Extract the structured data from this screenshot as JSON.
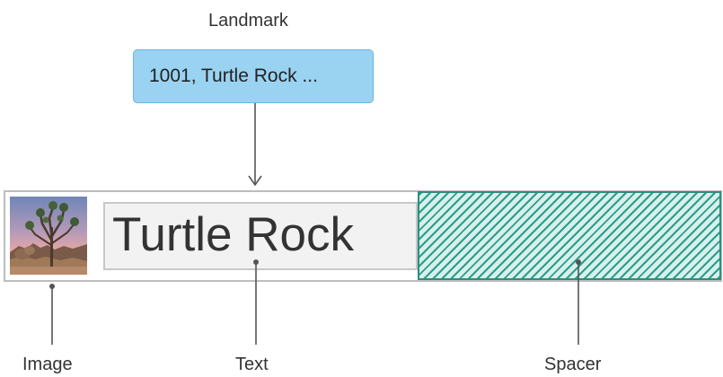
{
  "landmark": {
    "title": "Landmark",
    "value": "1001, Turtle Rock ..."
  },
  "row": {
    "text": "Turtle Rock"
  },
  "labels": {
    "image": "Image",
    "text": "Text",
    "spacer": "Spacer"
  },
  "colors": {
    "landmark_fill": "#9ad3f2",
    "landmark_border": "#6cb3df",
    "text_fill": "#f2f2f2",
    "spacer_hatch": "#2a9d8f",
    "spacer_border": "#2a8f80",
    "connector": "#555555"
  },
  "icons": {
    "thumbnail": "joshua-tree-photo"
  }
}
